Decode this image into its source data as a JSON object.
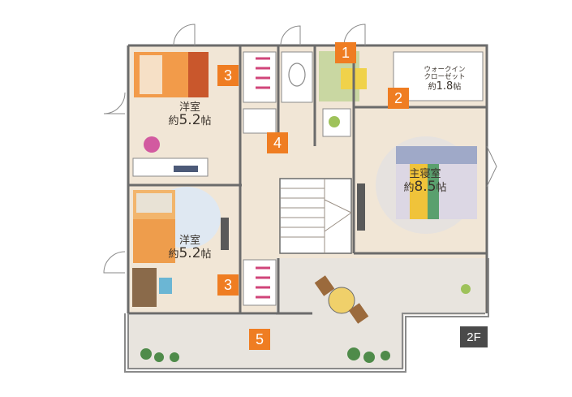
{
  "rooms": [
    {
      "id": "western-room-north",
      "name": "洋室",
      "area_prefix": "約",
      "area": "5.2",
      "unit": "帖"
    },
    {
      "id": "western-room-south",
      "name": "洋室",
      "area_prefix": "約",
      "area": "5.2",
      "unit": "帖"
    },
    {
      "id": "master-bedroom",
      "name": "主寝室",
      "area_prefix": "約",
      "area": "8.5",
      "unit": "帖"
    },
    {
      "id": "walk-in-closet",
      "name_line1": "ウォークイン",
      "name_line2": "クローゼット",
      "area_prefix": "約",
      "area": "1.8",
      "unit": "帖"
    }
  ],
  "badges": [
    "1",
    "2",
    "3",
    "3",
    "4",
    "5"
  ],
  "floor_label": "2F",
  "colors": {
    "badge": "#ef7d22",
    "floor_badge": "#4a4a4a",
    "wall": "#6b6b6b",
    "floor_wood": "#f1e6d6",
    "balcony": "#e8e4de"
  }
}
